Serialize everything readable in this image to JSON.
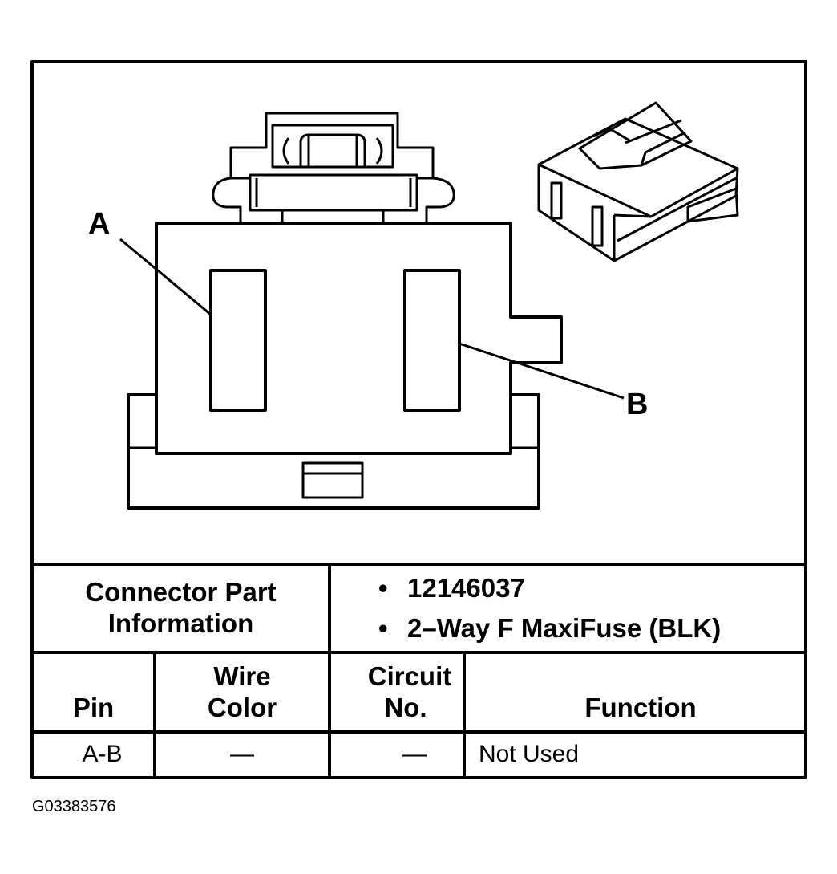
{
  "callouts": {
    "a": "A",
    "b": "B"
  },
  "info": {
    "label_line1": "Connector Part",
    "label_line2": "Information",
    "bullet": "•",
    "part_number": "12146037",
    "description": "2–Way F MaxiFuse (BLK)"
  },
  "table": {
    "headers": {
      "pin": "Pin",
      "wire_color_line1": "Wire",
      "wire_color_line2": "Color",
      "circuit_line1": "Circuit",
      "circuit_line2": "No.",
      "function": "Function"
    },
    "rows": [
      {
        "pin": "A-B",
        "wire_color": "—",
        "circuit": "—",
        "function": "Not Used"
      }
    ]
  },
  "figure_ref": "G03383576"
}
